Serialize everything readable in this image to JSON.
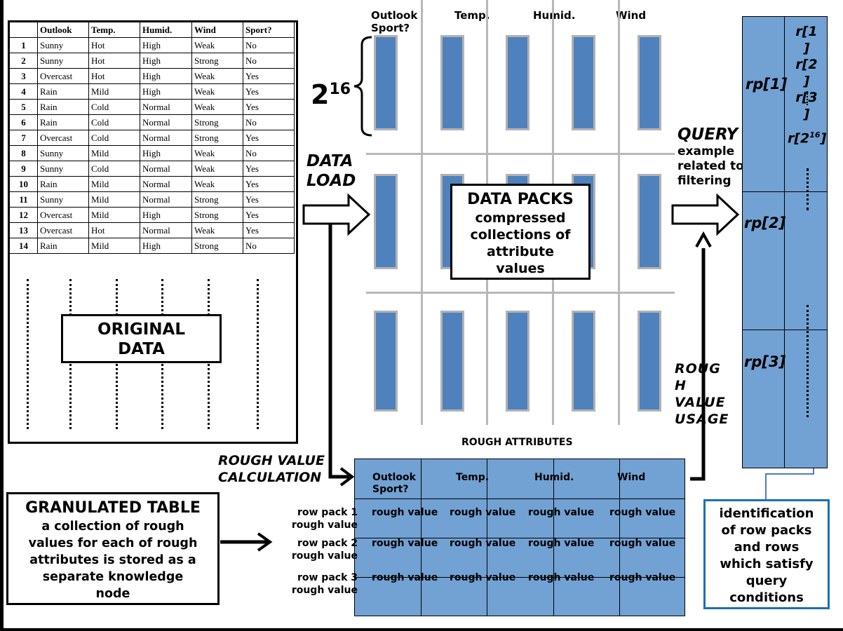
{
  "original": {
    "headers": [
      "",
      "Outlook",
      "Temp.",
      "Humid.",
      "Wind",
      "Sport?"
    ],
    "rows": [
      [
        "1",
        "Sunny",
        "Hot",
        "High",
        "Weak",
        "No"
      ],
      [
        "2",
        "Sunny",
        "Hot",
        "High",
        "Strong",
        "No"
      ],
      [
        "3",
        "Overcast",
        "Hot",
        "High",
        "Weak",
        "Yes"
      ],
      [
        "4",
        "Rain",
        "Mild",
        "High",
        "Weak",
        "Yes"
      ],
      [
        "5",
        "Rain",
        "Cold",
        "Normal",
        "Weak",
        "Yes"
      ],
      [
        "6",
        "Rain",
        "Cold",
        "Normal",
        "Strong",
        "No"
      ],
      [
        "7",
        "Overcast",
        "Cold",
        "Normal",
        "Strong",
        "Yes"
      ],
      [
        "8",
        "Sunny",
        "Mild",
        "High",
        "Weak",
        "No"
      ],
      [
        "9",
        "Sunny",
        "Cold",
        "Normal",
        "Weak",
        "Yes"
      ],
      [
        "10",
        "Rain",
        "Mild",
        "Normal",
        "Weak",
        "Yes"
      ],
      [
        "11",
        "Sunny",
        "Mild",
        "Normal",
        "Strong",
        "Yes"
      ],
      [
        "12",
        "Overcast",
        "Mild",
        "High",
        "Strong",
        "Yes"
      ],
      [
        "13",
        "Overcast",
        "Hot",
        "Normal",
        "Weak",
        "Yes"
      ],
      [
        "14",
        "Rain",
        "Mild",
        "High",
        "Strong",
        "No"
      ]
    ],
    "label_line1": "ORIGINAL",
    "label_line2": "DATA"
  },
  "packs": {
    "header_outlook": "Outlook",
    "header_sport": "Sport?",
    "header_temp": "Temp.",
    "header_humid": "Humid.",
    "header_wind": "Wind",
    "size_base": "2",
    "size_exp": "16",
    "box_title": "DATA PACKS",
    "box_line1": "compressed",
    "box_line2": "collections of",
    "box_line3": "attribute",
    "box_line4": "values"
  },
  "data_load": {
    "line1": "DATA",
    "line2": "LOAD"
  },
  "query": {
    "title": "QUERY",
    "line1": "example",
    "line2": "related to",
    "line3": "filtering"
  },
  "rough_usage": {
    "line1": "ROUG",
    "line2": "H",
    "line3": "VALUE",
    "line4": "USAGE"
  },
  "rough_calc": {
    "line1": "ROUGH VALUE",
    "line2": "CALCULATION"
  },
  "rough_attrs": {
    "title": "ROUGH ATTRIBUTES",
    "h_outlook": "Outlook",
    "h_sport": "Sport?",
    "h_temp": "Temp.",
    "h_humid": "Humid.",
    "h_wind": "Wind",
    "rows": [
      {
        "label1": "row pack 1",
        "label2": "rough value",
        "cells": [
          "rough value",
          "rough value",
          "rough value",
          "rough value"
        ]
      },
      {
        "label1": "row pack 2",
        "label2": "rough value",
        "cells": [
          "rough value",
          "rough value",
          "rough value",
          "rough value"
        ]
      },
      {
        "label1": "row pack 3",
        "label2": "rough value",
        "cells": [
          "rough value",
          "rough value",
          "rough value",
          "rough value"
        ]
      }
    ]
  },
  "granulated": {
    "title": "GRANULATED TABLE",
    "line1": "a collection of rough",
    "line2": "values for each of rough",
    "line3": "attributes is stored as a",
    "line4": "separate knowledge",
    "line5": "node"
  },
  "rowpacks": {
    "rp1": "rp[1]",
    "rp2": "rp[2]",
    "rp3": "rp[3]",
    "r1a": "r[1",
    "r1b": "]",
    "r2a": "r[2",
    "r2b": "]",
    "r3a": "r[3",
    "r3b": "]",
    "r_last_base": "r[2",
    "r_last_exp": "16",
    "r_last_end": "]"
  },
  "identification": {
    "line1": "identification",
    "line2": "of row packs",
    "line3": "and rows",
    "line4": "which satisfy",
    "line5": "query",
    "line6": "conditions"
  },
  "colors": {
    "pack_fill": "#4f81bd",
    "grid_fill": "#72a1d3",
    "id_border": "#1f6fb2",
    "grid_line": "#b8b8b8"
  }
}
